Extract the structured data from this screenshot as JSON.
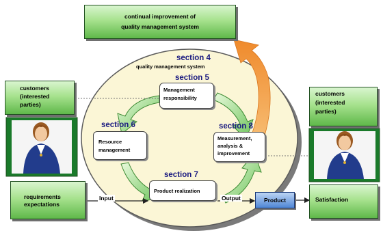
{
  "top_box": "continual improvement of\nquality management system",
  "center": {
    "section_title": "section 4",
    "section_subtitle": "quality management system"
  },
  "sections": {
    "s5": {
      "label": "section 5",
      "box": "Management\nresponsibility"
    },
    "s6": {
      "label": "section 6",
      "box": "Resource\nmanagement"
    },
    "s7": {
      "label": "section 7",
      "box": "Product realization"
    },
    "s8": {
      "label": "section 8",
      "box": "Measurement,\nanalysis &\nimprovement"
    }
  },
  "left": {
    "customers": "customers\n(interested\nparties)",
    "requirements": "requirements\nexpectations"
  },
  "right": {
    "customers": "customers\n(interested\nparties)",
    "satisfaction": "Satisfaction"
  },
  "flow": {
    "input": "Input",
    "output": "Output",
    "product": "Product"
  },
  "icons": [
    "customer-person-icon"
  ],
  "colors": {
    "green_dark": "#5fb84a",
    "green_light": "#d9f5cf",
    "ellipse_fill": "#fbf6d6",
    "orange_arrow": "#f29a3c",
    "product_box": "#4f86d6",
    "section_text": "#1a1a80"
  }
}
